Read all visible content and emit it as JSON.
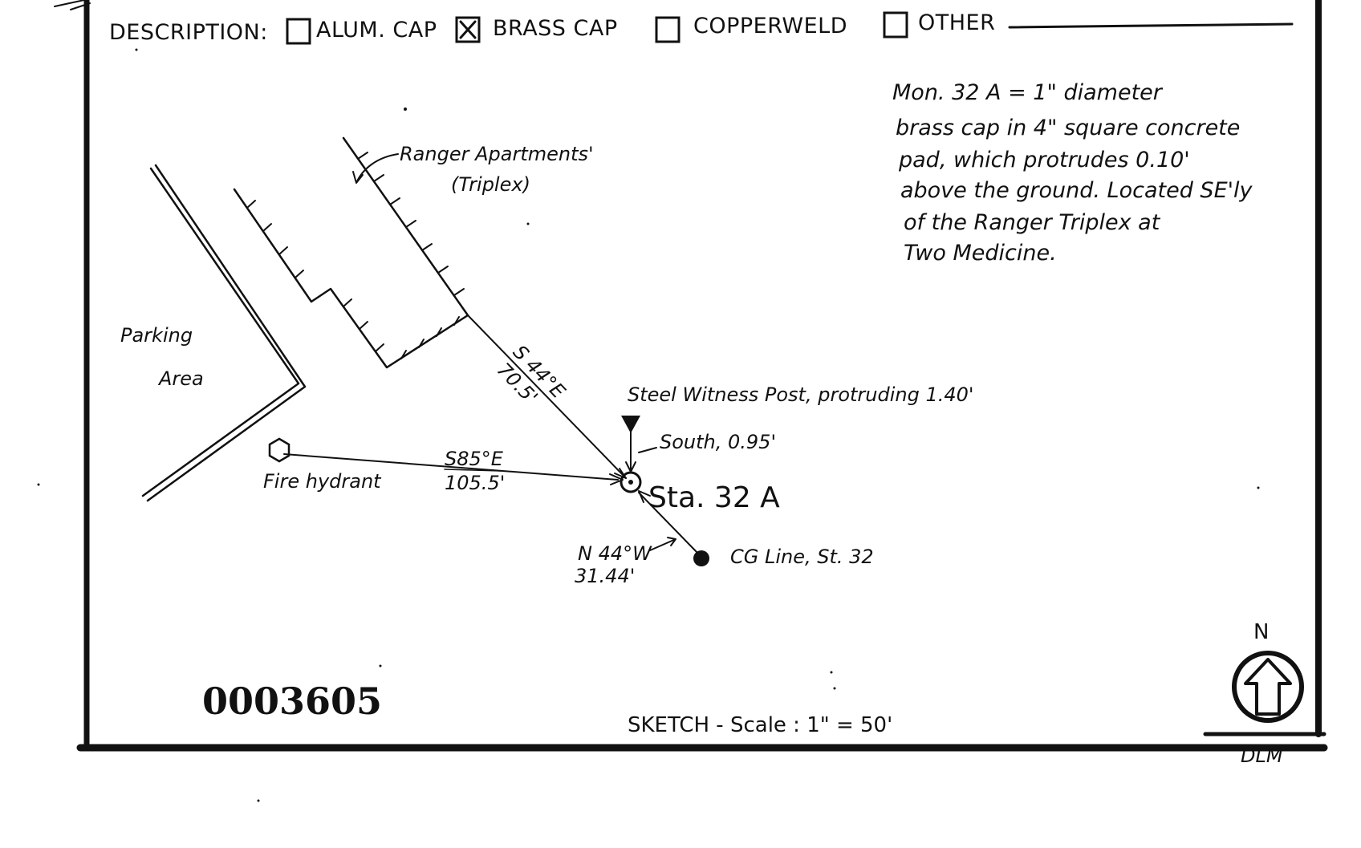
{
  "form": {
    "description_label": "DESCRIPTION:",
    "options": [
      {
        "label": "ALUM. CAP",
        "checked": false
      },
      {
        "label": "BRASS CAP",
        "checked": true
      },
      {
        "label": "COPPERWELD",
        "checked": false
      },
      {
        "label": "OTHER",
        "checked": false
      }
    ]
  },
  "note": {
    "lines": [
      "Mon. 32 A =  1\" diameter",
      "brass cap in 4\" square concrete",
      "pad, which protrudes 0.10'",
      "above the ground. Located SE'ly",
      "of the Ranger Triplex at",
      "Two Medicine."
    ]
  },
  "sketch": {
    "building_label": "Ranger Apartments'",
    "building_sub": "(Triplex)",
    "parking_line1": "Parking",
    "parking_line2": "Area",
    "bearing_building_dir": "S 44°E",
    "bearing_building_dist": "70.5'",
    "witness_post": "Steel Witness Post, protruding 1.40'",
    "south_offset": "South, 0.95'",
    "hydrant_label": "Fire hydrant",
    "bearing_hydrant_dir": "S85°E",
    "bearing_hydrant_dist": "105.5'",
    "station": "Sta. 32 A",
    "bearing_cg_dir": "N 44°W",
    "bearing_cg_dist": "31.44'",
    "cg_line": "CG Line, St. 32"
  },
  "footer": {
    "serial": "0003605",
    "scale": "SKETCH - Scale : 1\" = 50'",
    "north": "N",
    "initials": "DLM"
  }
}
